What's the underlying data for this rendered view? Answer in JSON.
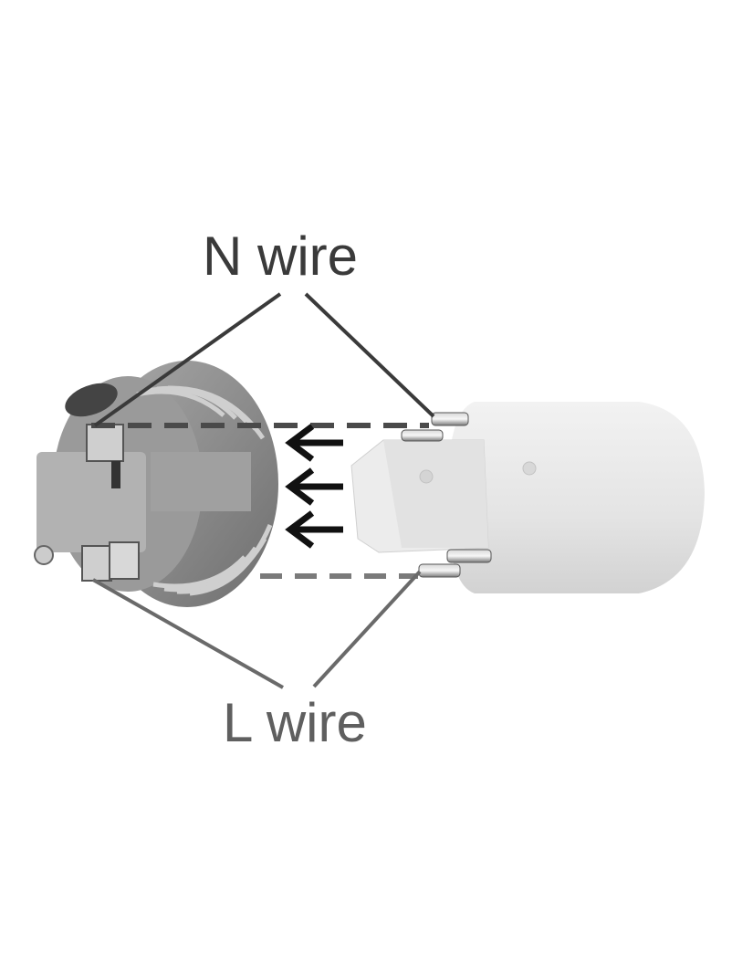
{
  "diagram": {
    "labels": {
      "n_wire": "N wire",
      "l_wire": "L wire"
    },
    "components": {
      "left": "lamp-socket-holder",
      "right": "lamp-base-adapter"
    },
    "arrows": {
      "count": 3,
      "direction": "left"
    },
    "colors": {
      "background": "#ffffff",
      "n_line": "#3a3a3a",
      "l_line": "#6a6a6a",
      "arrow": "#111111",
      "socket_body": "#8a8a8a",
      "adapter_body": "#e6e6e6"
    }
  }
}
